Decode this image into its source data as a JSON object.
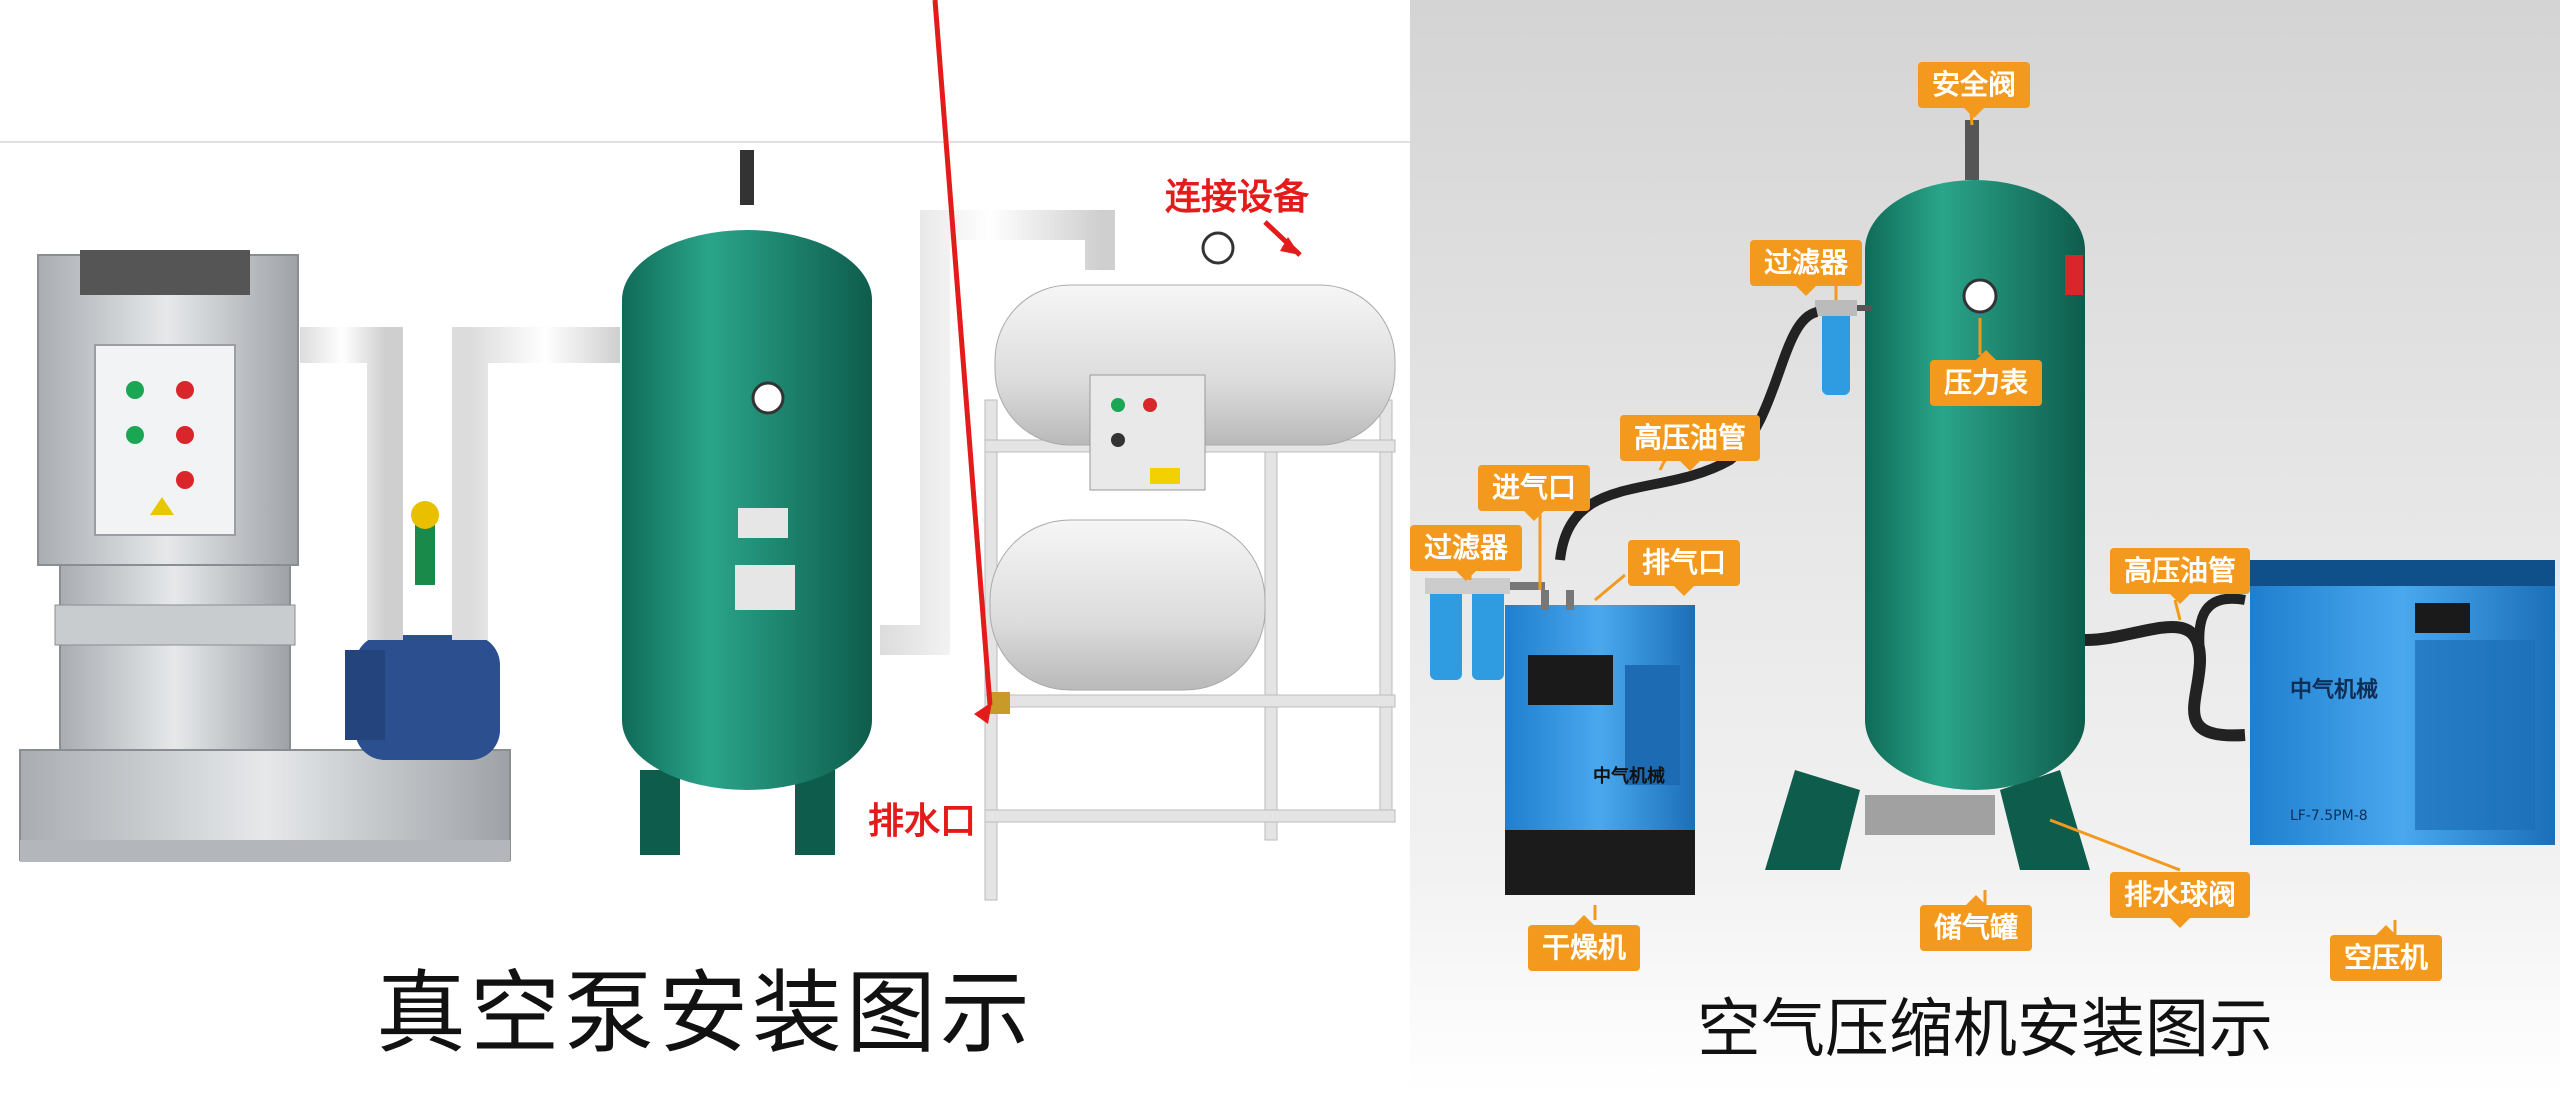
{
  "left": {
    "title": "真空泵安装图示",
    "labels": {
      "connect_device": "连接设备",
      "drain_port": "排水口"
    }
  },
  "right": {
    "title": "空气压缩机安装图示",
    "tags": {
      "safety_valve": "安全阀",
      "filter_top": "过滤器",
      "pressure_gauge": "压力表",
      "hp_oil_pipe_upper": "高压油管",
      "air_inlet": "进气口",
      "filter_left": "过滤器",
      "exhaust_port": "排气口",
      "hp_oil_pipe_right": "高压油管",
      "dryer": "干燥机",
      "storage_tank": "储气罐",
      "drain_ball_valve": "排水球阀",
      "air_compressor": "空压机"
    },
    "brand_text": "中气机械",
    "model_text": "LF-7.5PM-8"
  },
  "colors": {
    "tank_green": "#1a8a72",
    "label_orange": "#f39a1e",
    "arrow_red": "#e41b1b",
    "machine_blue": "#2f8fd8"
  }
}
